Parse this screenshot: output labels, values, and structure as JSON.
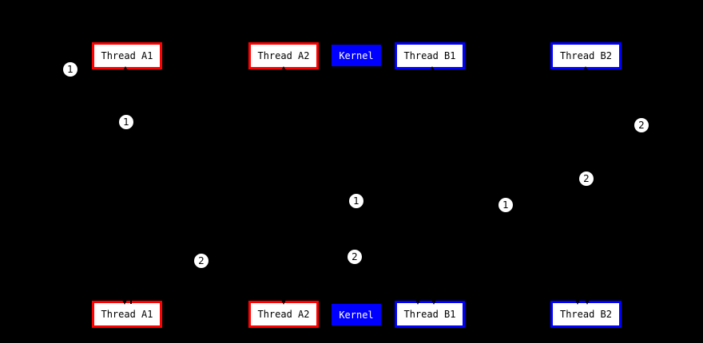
{
  "diagram": {
    "title": "Thread context-switch diagram (two processes and kernel, before/after states)",
    "background": "#000000",
    "colors": {
      "process_a_border": "#ff0000",
      "process_b_border": "#0000ff",
      "kernel_fill": "#0000ff",
      "node_fill": "#ffffff",
      "node_text": "#000000",
      "kernel_text": "#ffffff",
      "edge": "#000000",
      "badge_fill": "#ffffff",
      "badge_text": "#000000"
    },
    "top_nodes": [
      {
        "label": "Thread A1",
        "group": "process-a"
      },
      {
        "label": "Thread A2",
        "group": "process-a"
      },
      {
        "label": "Kernel",
        "group": "kernel"
      },
      {
        "label": "Thread B1",
        "group": "process-b"
      },
      {
        "label": "Thread B2",
        "group": "process-b"
      }
    ],
    "bottom_nodes": [
      {
        "label": "Thread A1",
        "group": "process-a"
      },
      {
        "label": "Thread A2",
        "group": "process-a"
      },
      {
        "label": "Kernel",
        "group": "kernel"
      },
      {
        "label": "Thread B1",
        "group": "process-b"
      },
      {
        "label": "Thread B2",
        "group": "process-b"
      }
    ],
    "step_badges": [
      {
        "text": "1"
      },
      {
        "text": "1"
      },
      {
        "text": "1"
      },
      {
        "text": "1"
      },
      {
        "text": "2"
      },
      {
        "text": "2"
      },
      {
        "text": "2"
      },
      {
        "text": "2"
      }
    ]
  }
}
